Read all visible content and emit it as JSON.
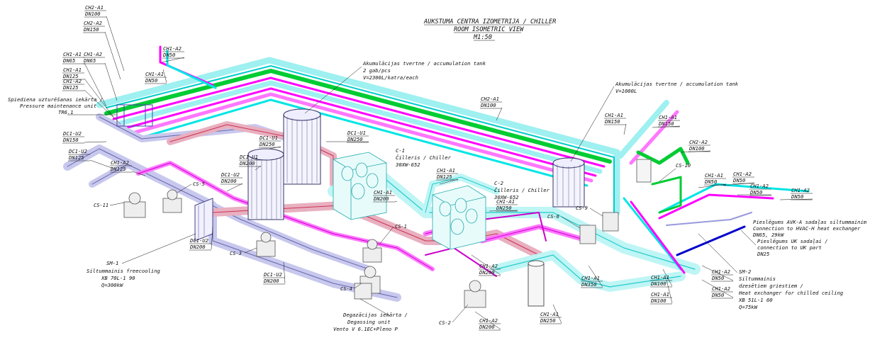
{
  "title": {
    "line1": "AUKSTUMA CENTRA IZOMETRIJA / CHILLER",
    "line2": "ROOM ISOMETRIC VIEW",
    "line3": "M1:50"
  },
  "colors": {
    "ch1": "#ff00ff",
    "ch2": "#00e5e5",
    "ch2_light": "#9ff0f0",
    "green": "#00cc33",
    "dc": "#9999dd",
    "dc_dark": "#6666aa",
    "red": "#cc3355",
    "blue": "#0000cc",
    "equip": "#777777"
  },
  "callouts": [
    {
      "id": "ch2a1-dn100-a",
      "line1": "CH2-A1",
      "line2": "DN100"
    },
    {
      "id": "ch2a2-dn150",
      "line1": "CH2-A2",
      "line2": "DN150"
    },
    {
      "id": "ch1a1-dn65",
      "line1": "CH1-A1",
      "line2": "DN65"
    },
    {
      "id": "ch1a2-dn65",
      "line1": "CH1-A2",
      "line2": "DN65"
    },
    {
      "id": "ch1a1-dn125-a",
      "line1": "CH1-A1",
      "line2": "DN125"
    },
    {
      "id": "ch1a2-dn125-a",
      "line1": "CH1-A2",
      "line2": "DN125"
    },
    {
      "id": "ch1a2-dn50-top",
      "line1": "CH1-A2",
      "line2": "DN50"
    },
    {
      "id": "ch1a1-dn50-top",
      "line1": "CH1-A1",
      "line2": "DN50"
    },
    {
      "id": "dc1u2-dn150",
      "line1": "DC1-U2",
      "line2": "DN150"
    },
    {
      "id": "dc1u2-dn125",
      "line1": "DC1-U2",
      "line2": "DN125"
    },
    {
      "id": "ch1a2-dn125-b",
      "line1": "CH1-A2",
      "line2": "DN125"
    },
    {
      "id": "dc1u1-dn250-a",
      "line1": "DC1-U1",
      "line2": "DN250"
    },
    {
      "id": "dc1u1-dn250-b",
      "line1": "DC1-U1",
      "line2": "DN250"
    },
    {
      "id": "dc1u1-dn200",
      "line1": "DC1-U1",
      "line2": "DN200"
    },
    {
      "id": "dc1u2-dn200-a",
      "line1": "DC1-U2",
      "line2": "DN200"
    },
    {
      "id": "dc1u2-dn200-b",
      "line1": "DC1-U2",
      "line2": "DN200"
    },
    {
      "id": "dc1u2-dn200-c",
      "line1": "DC1-U2",
      "line2": "DN200"
    },
    {
      "id": "ch1a1-dn125-b",
      "line1": "CH1-A1",
      "line2": "DN125"
    },
    {
      "id": "ch1a1-dn200",
      "line1": "CH1-A1",
      "line2": "DN200"
    },
    {
      "id": "ch1a1-dn250-a",
      "line1": "CH1-A1",
      "line2": "DN250"
    },
    {
      "id": "ch1a2-dn200-a",
      "line1": "CH1-A2",
      "line2": "DN200"
    },
    {
      "id": "ch1a2-dn200-b",
      "line1": "CH1-A2",
      "line2": "DN200"
    },
    {
      "id": "ch2a1-dn100-b",
      "line1": "CH2-A1",
      "line2": "DN100"
    },
    {
      "id": "ch1a1-dn150",
      "line1": "CH1-A1",
      "line2": "DN150"
    },
    {
      "id": "ch1a1-dn150-b",
      "line1": "CH1-A1",
      "line2": "DN150"
    },
    {
      "id": "ch2a2-dn100",
      "line1": "CH2-A2",
      "line2": "DN100"
    },
    {
      "id": "ch1a1-dn50-r",
      "line1": "CH1-A1",
      "line2": "DN50"
    },
    {
      "id": "ch1a2-dn50-r1",
      "line1": "CH1-A2",
      "line2": "DN50"
    },
    {
      "id": "ch1a2-dn50-r2",
      "line1": "CH1-A2",
      "line2": "DN50"
    },
    {
      "id": "ch1a2-dn50-r3",
      "line1": "CH1-A2",
      "line2": "DN50"
    },
    {
      "id": "ch1a1-dn250-b",
      "line1": "CH1-A1",
      "line2": "DN250"
    },
    {
      "id": "ch1a1-dn350",
      "line1": "CH1-A1",
      "line2": "DN350"
    },
    {
      "id": "ch1a2-dn50-b1",
      "line1": "CH1-A2",
      "line2": "DN50"
    },
    {
      "id": "ch1a2-dn50-b2",
      "line1": "CH1-A2",
      "line2": "DN50"
    },
    {
      "id": "ch1a1-dn100-a",
      "line1": "CH1-A1",
      "line2": "DN100"
    },
    {
      "id": "ch1a1-dn100-b",
      "line1": "CH1-A1",
      "line2": "DN100"
    }
  ],
  "tags": {
    "cs11": "CS-11",
    "cs5": "CS-5",
    "cs3": "CS-3",
    "cs4": "CS-4",
    "cs1": "CS-1",
    "cs2": "CS-2",
    "cs6": "CS-6",
    "cs9": "CS-9",
    "cs10": "CS-10"
  },
  "notes": {
    "accum_tank_2": {
      "l1": "Akumulācijas tvertne / accumulation tank",
      "l2": "2 gab/pcs",
      "l3": "V=2300L/katra/each"
    },
    "accum_tank_1": {
      "l1": "Akumulācijas tvertne / accumulation tank",
      "l2": "V=1000L"
    },
    "pressure_unit": {
      "l1": "Spiediena uzturēšanas iekārta /",
      "l2": "Pressure maintenance unit",
      "l3": "TR6.1"
    },
    "chiller_c1": {
      "l1": "C-1",
      "l2": "Čilleris / Chiller",
      "l3": "30XW-652"
    },
    "chiller_c2": {
      "l1": "C-2",
      "l2": "Čilleris / Chiller",
      "l3": "30XW-652"
    },
    "sm1": {
      "l1": "SM-1",
      "l2": "Siltummainis freecooling",
      "l3": "XB 70L-1 90",
      "l4": "Q=300kW"
    },
    "degassing": {
      "l1": "Degazācijas iekārta /",
      "l2": "Degassing unit",
      "l3": "Vento V 6.1EC+Pleno P"
    },
    "sm2": {
      "l1": "SM-2",
      "l2": "Siltummainis",
      "l3": "dzesētiem griestiem /",
      "l4": "Heat exchanger for chilled ceiling",
      "l5": "XB 51L-1 60",
      "l6": "Q=75kW"
    },
    "avk_conn": {
      "l1": "Pieslēgums AVK-A sadaļas siltummainim",
      "l2": "Connection to HVAC-H heat exchanger",
      "l3": "DN65, 29kW"
    },
    "uk_conn": {
      "l1": "Pieslēgums UK sadaļai /",
      "l2": "connection to UK part",
      "l3": "DN25"
    }
  }
}
